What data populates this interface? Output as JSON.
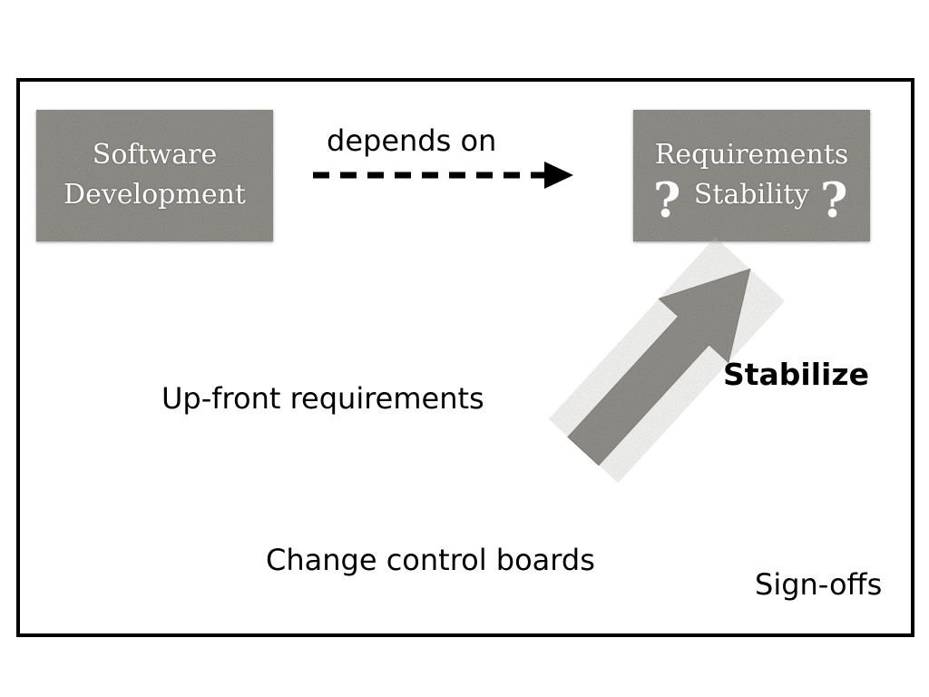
{
  "source_box": {
    "line1": "Software",
    "line2": "Development"
  },
  "target_box": {
    "line1": "Requirements",
    "line2": "Stability",
    "mark_left": "?",
    "mark_right": "?"
  },
  "relation_label": "depends on",
  "action_label": "Stabilize",
  "techniques": [
    "Up-front requirements",
    "Change control boards",
    "Sign-offs"
  ],
  "colors": {
    "stone": "#7a7872",
    "frame": "#000000"
  }
}
